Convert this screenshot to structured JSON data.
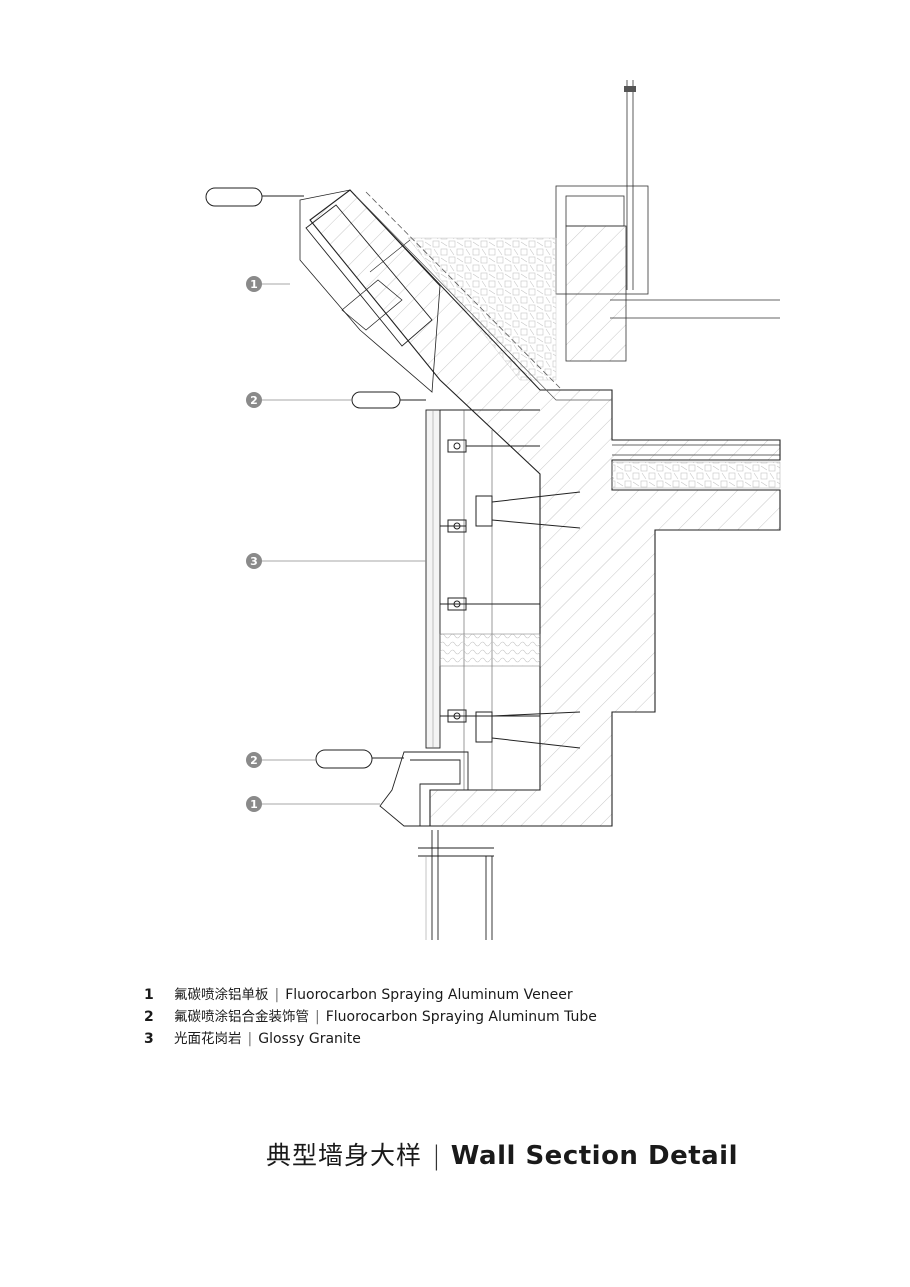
{
  "callouts": [
    {
      "id": "1",
      "label": "1"
    },
    {
      "id": "2",
      "label": "2"
    },
    {
      "id": "3",
      "label": "3"
    },
    {
      "id": "2b",
      "label": "2"
    },
    {
      "id": "1b",
      "label": "1"
    }
  ],
  "legend": [
    {
      "num": "1",
      "zh": "氟碳喷涂铝单板",
      "sep": "|",
      "en": "Fluorocarbon Spraying Aluminum Veneer"
    },
    {
      "num": "2",
      "zh": "氟碳喷涂铝合金装饰管",
      "sep": "|",
      "en": "Fluorocarbon Spraying Aluminum Tube"
    },
    {
      "num": "3",
      "zh": "光面花岗岩",
      "sep": "|",
      "en": "Glossy Granite"
    }
  ],
  "title": {
    "zh": "典型墙身大样",
    "sep": "|",
    "en": "Wall Section Detail"
  },
  "colors": {
    "line": "#222222",
    "hatch": "#9a9a9a",
    "callout": "#8a8a8a"
  }
}
